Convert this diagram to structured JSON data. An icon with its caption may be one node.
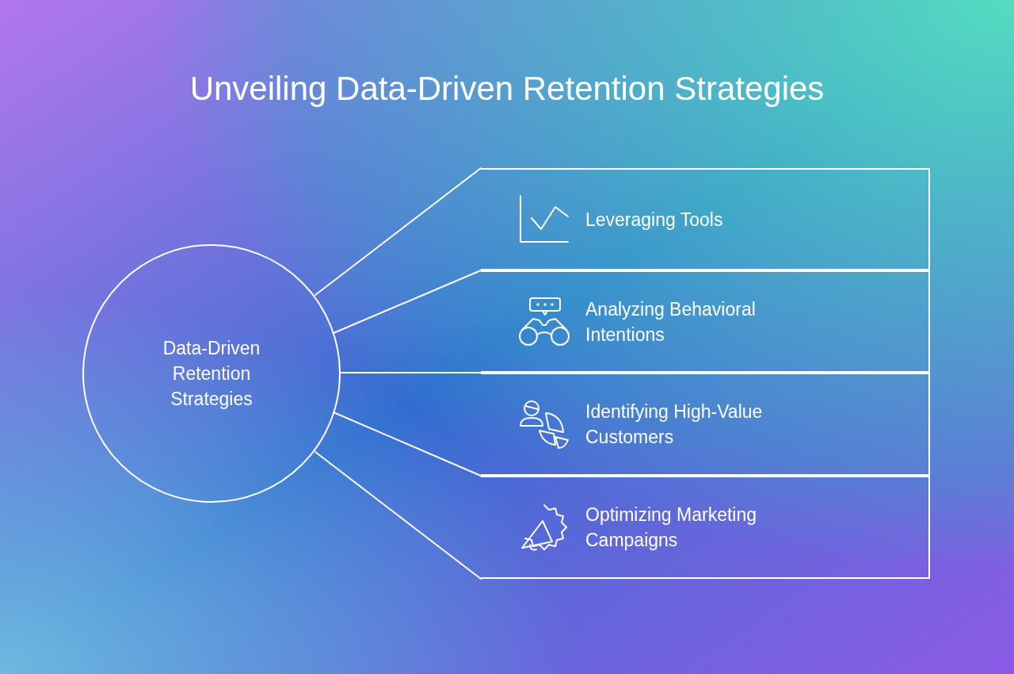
{
  "diagram": {
    "title": "Unveiling Data-Driven Retention Strategies",
    "nodes": [
      {
        "text": [
          "Data-Driven Retention Strategies"
        ]
      },
      {
        "text": [
          "Leveraging Tools"
        ]
      },
      {
        "text": [
          "Analyzing Behavioral Intentions"
        ]
      },
      {
        "text": [
          "Identifying High-Value Customers"
        ]
      },
      {
        "text": [
          "Optimizing Marketing Campaigns"
        ]
      }
    ],
    "edges": []
  }
}
